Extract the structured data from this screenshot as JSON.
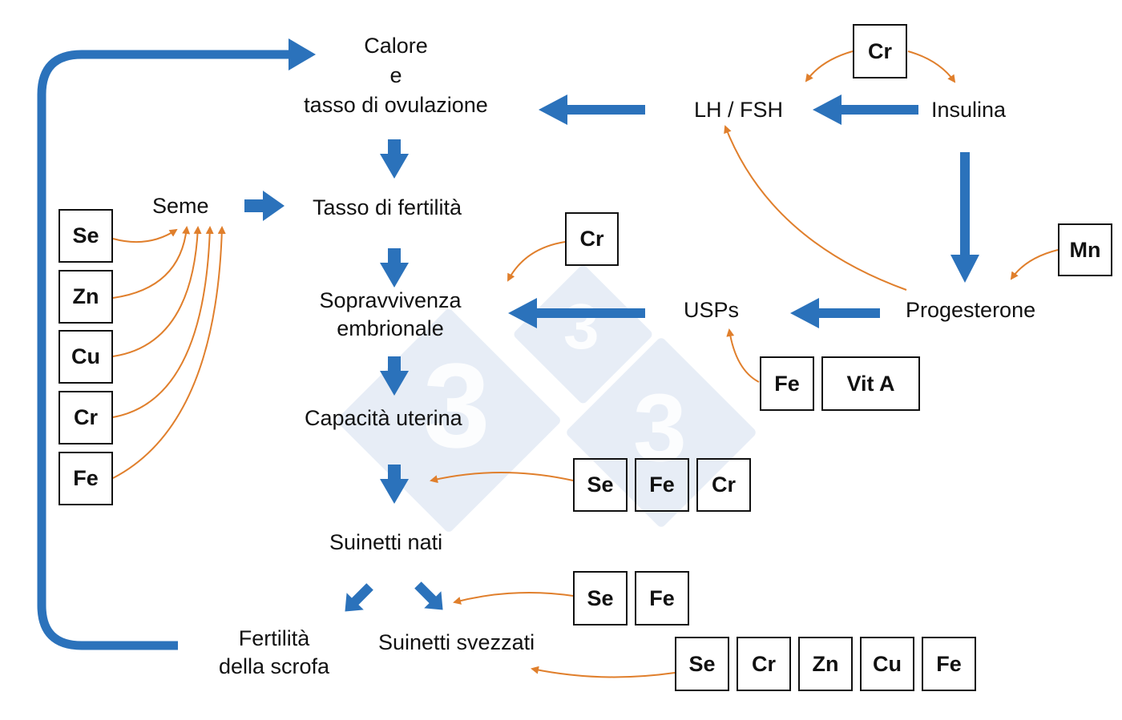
{
  "nodes": {
    "calore_line1": "Calore",
    "calore_line2": "e",
    "calore_line3": "tasso di ovulazione",
    "lh_fsh": "LH / FSH",
    "insulina": "Insulina",
    "seme": "Seme",
    "tasso_fertilita": "Tasso di fertilità",
    "sopravvivenza_line1": "Sopravvivenza",
    "sopravvivenza_line2": "embrionale",
    "usps": "USPs",
    "progesterone": "Progesterone",
    "capacita": "Capacità uterina",
    "suinetti_nati": "Suinetti nati",
    "fertilita_line1": "Fertilità",
    "fertilita_line2": "della scrofa",
    "suinetti_svezzati": "Suinetti svezzati"
  },
  "boxes": {
    "insulin_cr": "Cr",
    "progesterone_mn": "Mn",
    "embryo_cr": "Cr",
    "usps": [
      "Fe",
      "Vit A"
    ],
    "semen": [
      "Se",
      "Zn",
      "Cu",
      "Cr",
      "Fe"
    ],
    "uterine": [
      "Se",
      "Fe",
      "Cr"
    ],
    "born": [
      "Se",
      "Fe"
    ],
    "weaned": [
      "Se",
      "Cr",
      "Zn",
      "Cu",
      "Fe"
    ]
  },
  "watermark": "3",
  "colors": {
    "flow_arrow": "#2b72bb",
    "influence_arrow": "#e07f2c",
    "watermark": "#c9d6ea",
    "box_border": "#111111"
  }
}
